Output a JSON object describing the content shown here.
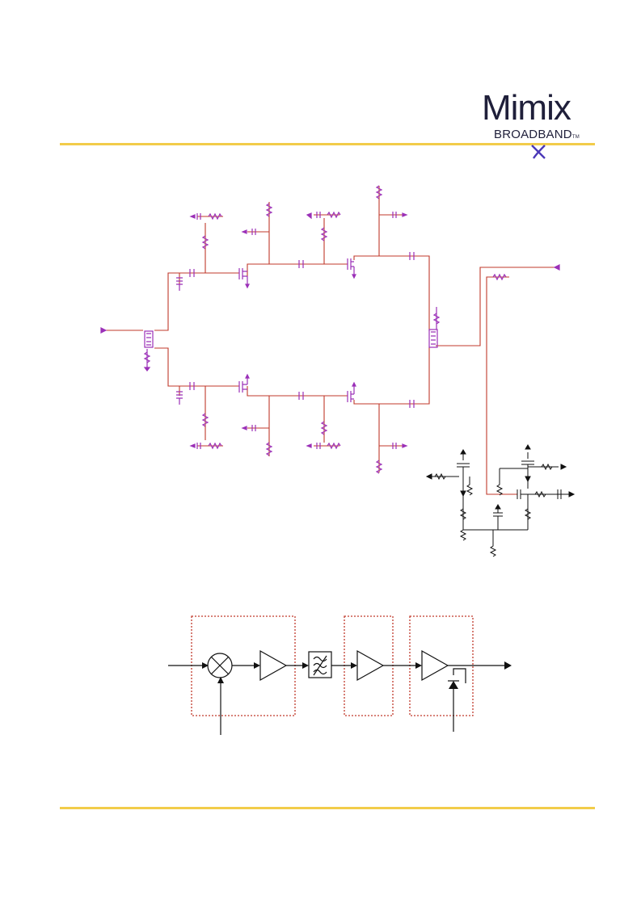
{
  "logo": {
    "word": "Mimix",
    "sub": "BROADBAND",
    "tm": "TM"
  },
  "colors": {
    "rule": "#f2cc4a",
    "logo_text": "#1f1f3a",
    "logo_accent": "#4b39b8",
    "wire": "#c0392b",
    "component": "#9b30b8",
    "block": "#111111",
    "block_frame": "#c0392b"
  },
  "icons": {
    "mixer": "circle-x-icon",
    "amplifier": "triangle-amp-icon",
    "filter": "filter-icon",
    "detector": "diode-icon"
  }
}
